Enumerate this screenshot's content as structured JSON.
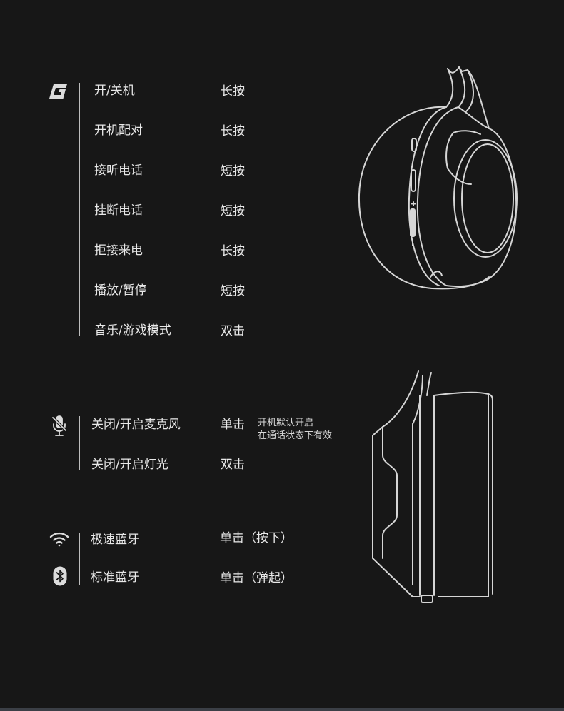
{
  "group_g": {
    "rows": [
      {
        "label": "开/关机",
        "action": "长按"
      },
      {
        "label": "开机配对",
        "action": "长按"
      },
      {
        "label": "接听电话",
        "action": "短按"
      },
      {
        "label": "挂断电话",
        "action": "短按"
      },
      {
        "label": "拒接来电",
        "action": "长按"
      },
      {
        "label": "播放/暂停",
        "action": "短按"
      },
      {
        "label": "音乐/游戏模式",
        "action": "双击"
      }
    ]
  },
  "group_mic": {
    "rows": [
      {
        "label": "关闭/开启麦克风",
        "action": "单击"
      },
      {
        "label": "关闭/开启灯光",
        "action": "双击"
      }
    ],
    "note_line1": "开机默认开启",
    "note_line2": "在通话状态下有效"
  },
  "group_bt": {
    "rows": [
      {
        "label": "极速蓝牙",
        "action": "单击（按下）"
      },
      {
        "label": "标准蓝牙",
        "action": "单击（弹起）"
      }
    ]
  },
  "icons": {
    "g_logo": "g-logo-icon",
    "mic_muted": "microphone-muted-icon",
    "wifi": "wifi-icon",
    "bluetooth": "bluetooth-icon"
  },
  "colors": {
    "background": "#171717",
    "text": "#e8e8e8",
    "line": "#bdbdbd"
  }
}
